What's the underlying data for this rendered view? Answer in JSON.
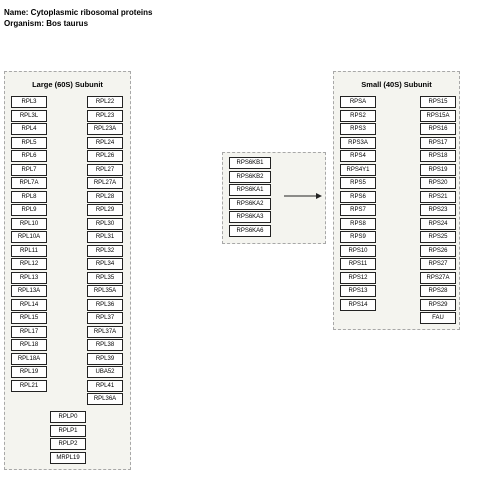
{
  "header": {
    "name_line": "Name: Cytoplasmic ribosomal proteins",
    "organism_line": "Organism: Bos taurus"
  },
  "large_subunit": {
    "title": "Large (60S) Subunit",
    "col1": [
      "RPL3",
      "RPL3L",
      "RPL4",
      "RPL5",
      "RPL6",
      "RPL7",
      "RPL7A",
      "RPL8",
      "RPL9",
      "RPL10",
      "RPL10A",
      "RPL11",
      "RPL12",
      "RPL13",
      "RPL13A",
      "RPL14",
      "RPL15",
      "RPL17",
      "RPL18",
      "RPL18A",
      "RPL19",
      "RPL21"
    ],
    "col2": [
      "RPL22",
      "RPL23",
      "RPL23A",
      "RPL24",
      "RPL26",
      "RPL27",
      "RPL27A",
      "RPL28",
      "RPL29",
      "RPL30",
      "RPL31",
      "RPL32",
      "RPL34",
      "RPL35",
      "RPL35A",
      "RPL36",
      "RPL37",
      "RPL37A",
      "RPL38",
      "RPL39",
      "UBA52",
      "RPL41",
      "RPL36A"
    ],
    "stalk": [
      "RPLP0",
      "RPLP1",
      "RPLP2",
      "MRPL19"
    ]
  },
  "kinases": {
    "items": [
      "RPS6KB1",
      "RPS6KB2",
      "RPS6KA1",
      "RPS6KA2",
      "RPS6KA3",
      "RPS6KA6"
    ]
  },
  "small_subunit": {
    "title": "Small (40S) Subunit",
    "col1": [
      "RPSA",
      "RPS2",
      "RPS3",
      "RPS3A",
      "RPS4",
      "RPS4Y1",
      "RPS5",
      "RPS6",
      "RPS7",
      "RPS8",
      "RPS9",
      "RPS10",
      "RPS11",
      "RPS12",
      "RPS13",
      "RPS14"
    ],
    "col2": [
      "RPS15",
      "RPS15A",
      "RPS16",
      "RPS17",
      "RPS18",
      "RPS19",
      "RPS20",
      "RPS21",
      "RPS23",
      "RPS24",
      "RPS25",
      "RPS26",
      "RPS27",
      "RPS27A",
      "RPS28",
      "RPS29",
      "FAU"
    ]
  }
}
